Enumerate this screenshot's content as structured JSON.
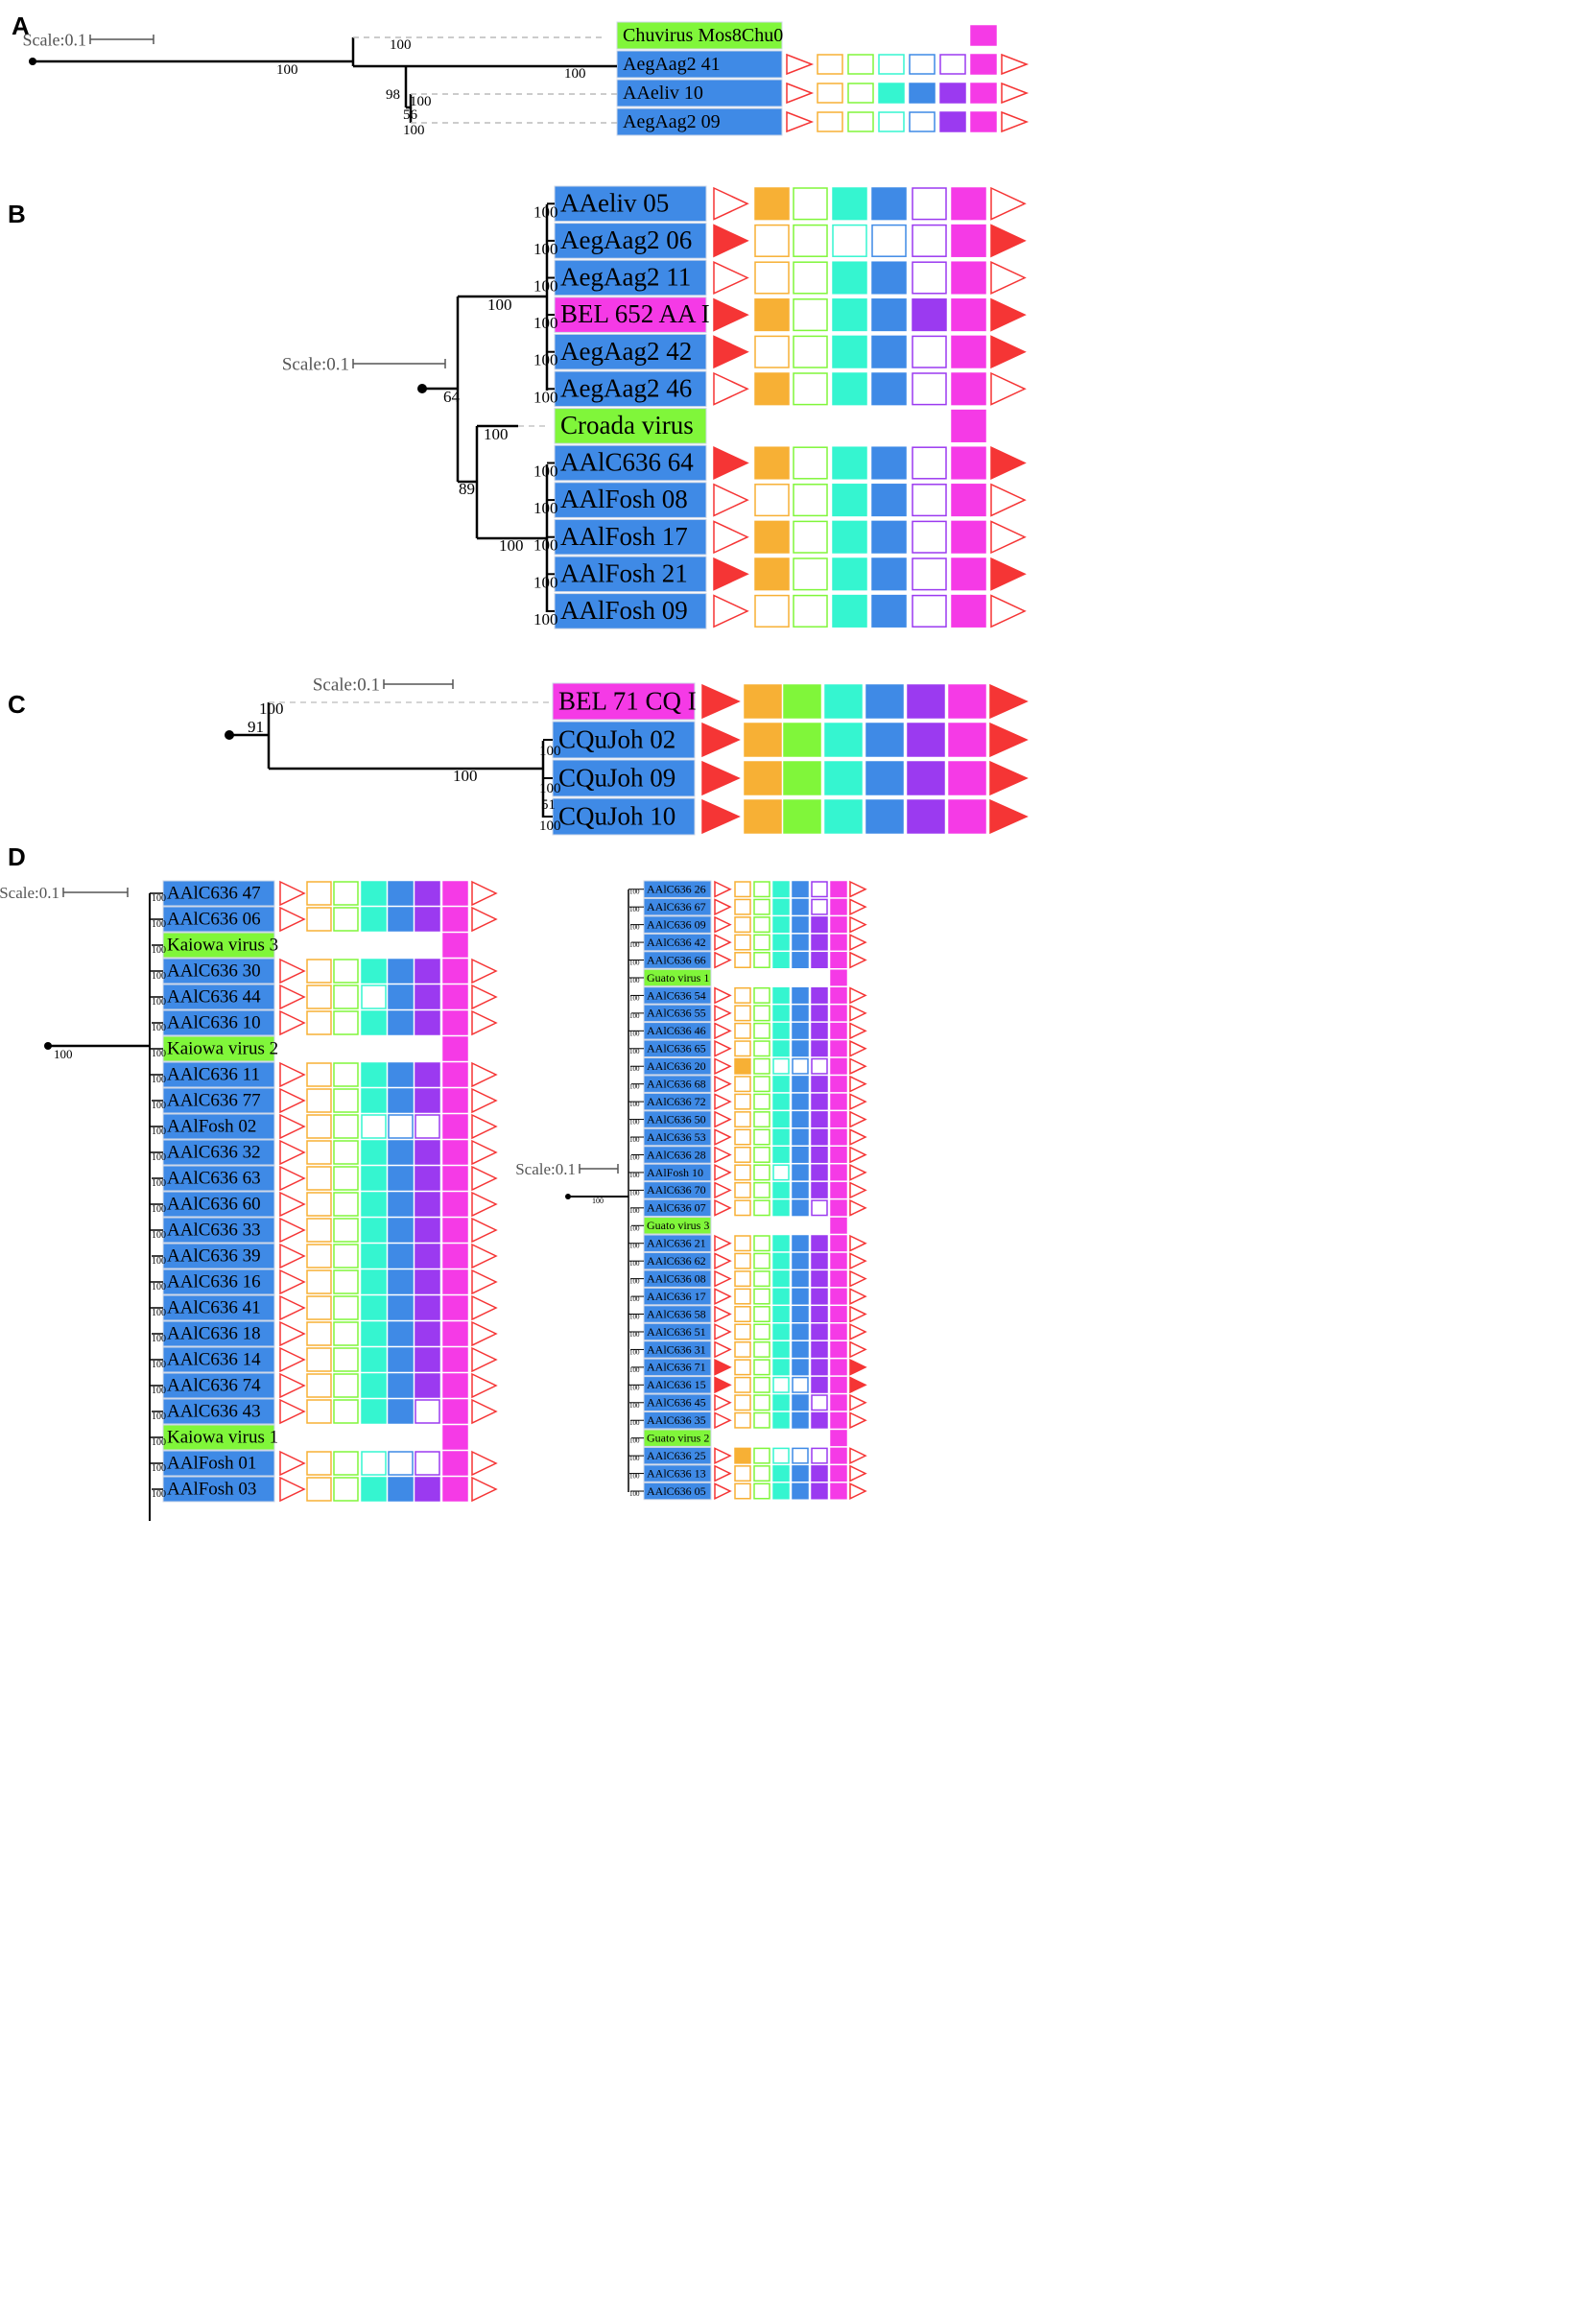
{
  "colors": {
    "label_blue": "#3f8ae6",
    "label_green": "#80f63a",
    "label_magenta": "#f53ae6",
    "arrow_red": "#f53535",
    "box_orange": "#f7b035",
    "box_green": "#80f63a",
    "box_cyan": "#35f5d0",
    "box_blue": "#3f8ae6",
    "box_purple": "#9b3af0",
    "box_magenta": "#f53ae6"
  },
  "panels": [
    {
      "id": "A",
      "label": "A",
      "scale": "Scale:0.1",
      "root_support": "100",
      "leaves": [
        {
          "name": "Chuvirus Mos8Chu0",
          "bg": "green",
          "domains": [
            0,
            0,
            0,
            0,
            0,
            0,
            2,
            0
          ],
          "support": "100"
        },
        {
          "name": "AegAag2 41",
          "bg": "blue",
          "domains": [
            1,
            1,
            1,
            1,
            1,
            1,
            2,
            1
          ],
          "support": "100"
        },
        {
          "name": "AAeliv 10",
          "bg": "blue",
          "domains": [
            1,
            1,
            1,
            2,
            2,
            2,
            2,
            1
          ],
          "support": "100"
        },
        {
          "name": "AegAag2 09",
          "bg": "blue",
          "domains": [
            1,
            1,
            1,
            1,
            1,
            2,
            2,
            1
          ],
          "support": "100"
        }
      ],
      "node_supports": [
        "98",
        "56"
      ]
    },
    {
      "id": "B",
      "label": "B",
      "scale": "Scale:0.1",
      "leaves": [
        {
          "name": "AAeliv 05",
          "bg": "blue",
          "domains": [
            1,
            2,
            1,
            2,
            2,
            1,
            2,
            1
          ],
          "support": "100"
        },
        {
          "name": "AegAag2 06",
          "bg": "blue",
          "domains": [
            2,
            1,
            1,
            1,
            1,
            1,
            2,
            2
          ],
          "support": "100"
        },
        {
          "name": "AegAag2 11",
          "bg": "blue",
          "domains": [
            1,
            1,
            1,
            2,
            2,
            1,
            2,
            1
          ],
          "support": "100"
        },
        {
          "name": "BEL 652 AA I",
          "bg": "magenta",
          "domains": [
            2,
            2,
            1,
            2,
            2,
            2,
            2,
            2
          ],
          "support": "100"
        },
        {
          "name": "AegAag2 42",
          "bg": "blue",
          "domains": [
            2,
            1,
            1,
            2,
            2,
            1,
            2,
            2
          ],
          "support": "100"
        },
        {
          "name": "AegAag2 46",
          "bg": "blue",
          "domains": [
            1,
            2,
            1,
            2,
            2,
            1,
            2,
            1
          ],
          "support": "100"
        },
        {
          "name": "Croada virus",
          "bg": "green",
          "domains": [
            0,
            0,
            0,
            0,
            0,
            0,
            2,
            0
          ],
          "support": "100"
        },
        {
          "name": "AAlC636 64",
          "bg": "blue",
          "domains": [
            2,
            2,
            1,
            2,
            2,
            1,
            2,
            2
          ],
          "support": "100"
        },
        {
          "name": "AAlFosh 08",
          "bg": "blue",
          "domains": [
            1,
            1,
            1,
            2,
            2,
            1,
            2,
            1
          ],
          "support": "100"
        },
        {
          "name": "AAlFosh 17",
          "bg": "blue",
          "domains": [
            1,
            2,
            1,
            2,
            2,
            1,
            2,
            1
          ],
          "support": "100"
        },
        {
          "name": "AAlFosh 21",
          "bg": "blue",
          "domains": [
            2,
            2,
            1,
            2,
            2,
            1,
            2,
            2
          ],
          "support": "100"
        },
        {
          "name": "AAlFosh 09",
          "bg": "blue",
          "domains": [
            1,
            1,
            1,
            2,
            2,
            1,
            2,
            1
          ],
          "support": "100"
        }
      ],
      "node_supports": [
        "100",
        "64",
        "100",
        "89",
        "100"
      ]
    },
    {
      "id": "C",
      "label": "C",
      "scale": "Scale:0.1",
      "leaves": [
        {
          "name": "BEL 71 CQ I",
          "bg": "magenta",
          "domains": [
            2,
            2,
            2,
            2,
            2,
            2,
            2,
            2
          ],
          "support": "100"
        },
        {
          "name": "CQuJoh 02",
          "bg": "blue",
          "domains": [
            2,
            2,
            2,
            2,
            2,
            2,
            2,
            2
          ],
          "support": "100"
        },
        {
          "name": "CQuJoh 09",
          "bg": "blue",
          "domains": [
            2,
            2,
            2,
            2,
            2,
            2,
            2,
            2
          ],
          "support": "100"
        },
        {
          "name": "CQuJoh 10",
          "bg": "blue",
          "domains": [
            2,
            2,
            2,
            2,
            2,
            2,
            2,
            2
          ],
          "support": "100"
        }
      ],
      "node_supports": [
        "91",
        "100",
        "51"
      ]
    },
    {
      "id": "D1",
      "label": "D",
      "scale": "Scale:0.1",
      "root_support": "100",
      "support": "100",
      "leaves": [
        {
          "name": "AAlC636 47",
          "domains": [
            1,
            1,
            1,
            2,
            2,
            2,
            2,
            1
          ]
        },
        {
          "name": "AAlC636 06",
          "domains": [
            1,
            1,
            1,
            2,
            2,
            2,
            2,
            1
          ]
        },
        {
          "name": "Kaiowa virus 3",
          "bg": "green",
          "domains": [
            0,
            0,
            0,
            0,
            0,
            0,
            2,
            0
          ]
        },
        {
          "name": "AAlC636 30",
          "domains": [
            1,
            1,
            1,
            2,
            2,
            2,
            2,
            1
          ]
        },
        {
          "name": "AAlC636 44",
          "domains": [
            1,
            1,
            1,
            1,
            2,
            2,
            2,
            1
          ]
        },
        {
          "name": "AAlC636 10",
          "domains": [
            1,
            1,
            1,
            2,
            2,
            2,
            2,
            1
          ]
        },
        {
          "name": "Kaiowa virus 2",
          "bg": "green",
          "domains": [
            0,
            0,
            0,
            0,
            0,
            0,
            2,
            0
          ]
        },
        {
          "name": "AAlC636 11",
          "domains": [
            1,
            1,
            1,
            2,
            2,
            2,
            2,
            1
          ]
        },
        {
          "name": "AAlC636 77",
          "domains": [
            1,
            1,
            1,
            2,
            2,
            2,
            2,
            1
          ]
        },
        {
          "name": "AAlFosh 02",
          "domains": [
            1,
            1,
            1,
            1,
            1,
            1,
            2,
            1
          ]
        },
        {
          "name": "AAlC636 32",
          "domains": [
            1,
            1,
            1,
            2,
            2,
            2,
            2,
            1
          ]
        },
        {
          "name": "AAlC636 63",
          "domains": [
            1,
            1,
            1,
            2,
            2,
            2,
            2,
            1
          ]
        },
        {
          "name": "AAlC636 60",
          "domains": [
            1,
            1,
            1,
            2,
            2,
            2,
            2,
            1
          ]
        },
        {
          "name": "AAlC636 33",
          "domains": [
            1,
            1,
            1,
            2,
            2,
            2,
            2,
            1
          ]
        },
        {
          "name": "AAlC636 39",
          "domains": [
            1,
            1,
            1,
            2,
            2,
            2,
            2,
            1
          ]
        },
        {
          "name": "AAlC636 16",
          "domains": [
            1,
            1,
            1,
            2,
            2,
            2,
            2,
            1
          ]
        },
        {
          "name": "AAlC636 41",
          "domains": [
            1,
            1,
            1,
            2,
            2,
            2,
            2,
            1
          ]
        },
        {
          "name": "AAlC636 18",
          "domains": [
            1,
            1,
            1,
            2,
            2,
            2,
            2,
            1
          ]
        },
        {
          "name": "AAlC636 14",
          "domains": [
            1,
            1,
            1,
            2,
            2,
            2,
            2,
            1
          ]
        },
        {
          "name": "AAlC636 74",
          "domains": [
            1,
            1,
            1,
            2,
            2,
            2,
            2,
            1
          ]
        },
        {
          "name": "AAlC636 43",
          "domains": [
            1,
            1,
            1,
            2,
            2,
            1,
            2,
            1
          ]
        },
        {
          "name": "Kaiowa virus 1",
          "bg": "green",
          "domains": [
            0,
            0,
            0,
            0,
            0,
            0,
            2,
            0
          ]
        },
        {
          "name": "AAlFosh 01",
          "domains": [
            1,
            1,
            1,
            1,
            1,
            1,
            2,
            1
          ]
        },
        {
          "name": "AAlFosh 03",
          "domains": [
            1,
            1,
            1,
            2,
            2,
            2,
            2,
            1
          ]
        }
      ]
    },
    {
      "id": "D2",
      "scale": "Scale:0.1",
      "root_support": "100",
      "support": "100",
      "leaves": [
        {
          "name": "AAlC636 26",
          "domains": [
            1,
            1,
            1,
            2,
            2,
            1,
            2,
            1
          ]
        },
        {
          "name": "AAlC636 67",
          "domains": [
            1,
            1,
            1,
            2,
            2,
            1,
            2,
            1
          ]
        },
        {
          "name": "AAlC636 09",
          "domains": [
            1,
            1,
            1,
            2,
            2,
            2,
            2,
            1
          ]
        },
        {
          "name": "AAlC636 42",
          "domains": [
            1,
            1,
            1,
            2,
            2,
            2,
            2,
            1
          ]
        },
        {
          "name": "AAlC636 66",
          "domains": [
            1,
            1,
            1,
            2,
            2,
            2,
            2,
            1
          ]
        },
        {
          "name": "Guato virus 1",
          "bg": "green",
          "domains": [
            0,
            0,
            0,
            0,
            0,
            0,
            2,
            0
          ]
        },
        {
          "name": "AAlC636 54",
          "domains": [
            1,
            1,
            1,
            2,
            2,
            2,
            2,
            1
          ]
        },
        {
          "name": "AAlC636 55",
          "domains": [
            1,
            1,
            1,
            2,
            2,
            2,
            2,
            1
          ]
        },
        {
          "name": "AAlC636 46",
          "domains": [
            1,
            1,
            1,
            2,
            2,
            2,
            2,
            1
          ]
        },
        {
          "name": "AAlC636 65",
          "domains": [
            1,
            1,
            1,
            2,
            2,
            2,
            2,
            1
          ]
        },
        {
          "name": "AAlC636 20",
          "domains": [
            1,
            2,
            1,
            1,
            1,
            1,
            2,
            1
          ]
        },
        {
          "name": "AAlC636 68",
          "domains": [
            1,
            1,
            1,
            2,
            2,
            2,
            2,
            1
          ]
        },
        {
          "name": "AAlC636 72",
          "domains": [
            1,
            1,
            1,
            2,
            2,
            2,
            2,
            1
          ]
        },
        {
          "name": "AAlC636 50",
          "domains": [
            1,
            1,
            1,
            2,
            2,
            2,
            2,
            1
          ]
        },
        {
          "name": "AAlC636 53",
          "domains": [
            1,
            1,
            1,
            2,
            2,
            2,
            2,
            1
          ]
        },
        {
          "name": "AAlC636 28",
          "domains": [
            1,
            1,
            1,
            2,
            2,
            2,
            2,
            1
          ]
        },
        {
          "name": "AAlFosh 10",
          "domains": [
            1,
            1,
            1,
            1,
            2,
            2,
            2,
            1
          ]
        },
        {
          "name": "AAlC636 70",
          "domains": [
            1,
            1,
            1,
            2,
            2,
            2,
            2,
            1
          ]
        },
        {
          "name": "AAlC636 07",
          "domains": [
            1,
            1,
            1,
            2,
            2,
            1,
            2,
            1
          ]
        },
        {
          "name": "Guato virus 3",
          "bg": "green",
          "domains": [
            0,
            0,
            0,
            0,
            0,
            0,
            2,
            0
          ]
        },
        {
          "name": "AAlC636 21",
          "domains": [
            1,
            1,
            1,
            2,
            2,
            2,
            2,
            1
          ]
        },
        {
          "name": "AAlC636 62",
          "domains": [
            1,
            1,
            1,
            2,
            2,
            2,
            2,
            1
          ]
        },
        {
          "name": "AAlC636 08",
          "domains": [
            1,
            1,
            1,
            2,
            2,
            2,
            2,
            1
          ]
        },
        {
          "name": "AAlC636 17",
          "domains": [
            1,
            1,
            1,
            2,
            2,
            2,
            2,
            1
          ]
        },
        {
          "name": "AAlC636 58",
          "domains": [
            1,
            1,
            1,
            2,
            2,
            2,
            2,
            1
          ]
        },
        {
          "name": "AAlC636 51",
          "domains": [
            1,
            1,
            1,
            2,
            2,
            2,
            2,
            1
          ]
        },
        {
          "name": "AAlC636 31",
          "domains": [
            1,
            1,
            1,
            2,
            2,
            2,
            2,
            1
          ]
        },
        {
          "name": "AAlC636 71",
          "domains": [
            2,
            1,
            1,
            2,
            2,
            2,
            2,
            2
          ]
        },
        {
          "name": "AAlC636 15",
          "domains": [
            2,
            1,
            1,
            1,
            1,
            2,
            2,
            2
          ]
        },
        {
          "name": "AAlC636 45",
          "domains": [
            1,
            1,
            1,
            2,
            2,
            1,
            2,
            1
          ]
        },
        {
          "name": "AAlC636 35",
          "domains": [
            1,
            1,
            1,
            2,
            2,
            2,
            2,
            1
          ]
        },
        {
          "name": "Guato virus 2",
          "bg": "green",
          "domains": [
            0,
            0,
            0,
            0,
            0,
            0,
            2,
            0
          ]
        },
        {
          "name": "AAlC636 25",
          "domains": [
            1,
            2,
            1,
            1,
            1,
            1,
            2,
            1
          ]
        },
        {
          "name": "AAlC636 13",
          "domains": [
            1,
            1,
            1,
            2,
            2,
            2,
            2,
            1
          ]
        },
        {
          "name": "AAlC636 05",
          "domains": [
            1,
            1,
            1,
            2,
            2,
            2,
            2,
            1
          ]
        }
      ]
    }
  ]
}
